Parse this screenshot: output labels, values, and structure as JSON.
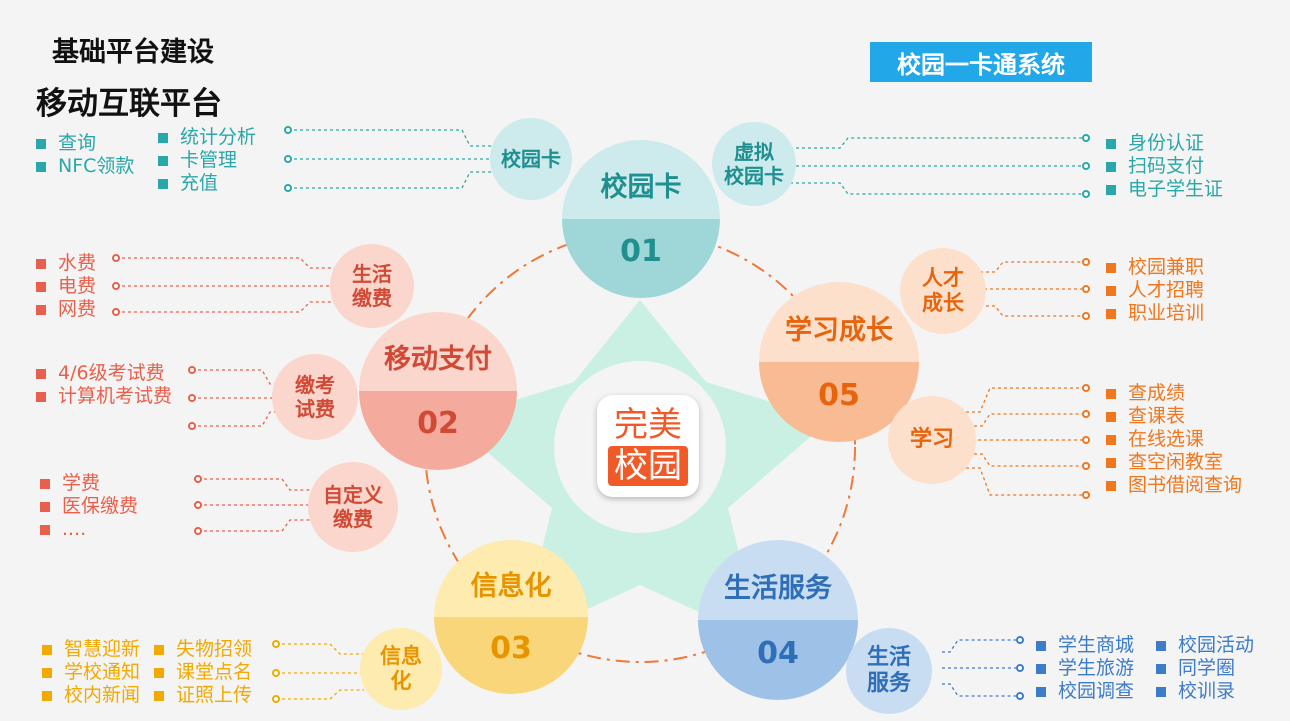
{
  "header": {
    "title1": "基础平台建设",
    "title2": "移动互联平台",
    "tag": "校园一卡通系统"
  },
  "logo": {
    "line1": "完美",
    "line2": "校园"
  },
  "hubs": {
    "card": {
      "name": "校园卡",
      "num": "01"
    },
    "pay": {
      "name": "移动支付",
      "num": "02"
    },
    "info": {
      "name": "信息化",
      "num": "03"
    },
    "life": {
      "name": "生活服务",
      "num": "04"
    },
    "grow": {
      "name": "学习成长",
      "num": "05"
    }
  },
  "satellites": {
    "campus_card": "校园卡",
    "virtual_card": "虚拟\n校园卡",
    "living_fee": "生活\n缴费",
    "exam_fee": "缴考\n试费",
    "custom_fee": "自定义\n缴费",
    "info": "信息\n化",
    "life_service": "生活\n服务",
    "talent": "人才\n成长",
    "study": "学习"
  },
  "lists": {
    "card_left_a": [
      "查询",
      "NFC领款"
    ],
    "card_left_b": [
      "统计分析",
      "卡管理",
      "充值"
    ],
    "virtual_right": [
      "身份认证",
      "扫码支付",
      "电子学生证"
    ],
    "living": [
      "水费",
      "电费",
      "网费"
    ],
    "exam": [
      "4/6级考试费",
      "计算机考试费"
    ],
    "custom": [
      "学费",
      "医保缴费",
      "...."
    ],
    "info_a": [
      "智慧迎新",
      "学校通知",
      "校内新闻"
    ],
    "info_b": [
      "失物招领",
      "课堂点名",
      "证照上传"
    ],
    "life_a": [
      "学生商城",
      "学生旅游",
      "校园调查"
    ],
    "life_b": [
      "校园活动",
      "同学圈",
      "校训录"
    ],
    "talent": [
      "校园兼职",
      "人才招聘",
      "职业培训"
    ],
    "study": [
      "查成绩",
      "查课表",
      "在线选课",
      "查空闲教室",
      "图书借阅查询"
    ]
  },
  "colors": {
    "teal": "#2aa7a8",
    "salmon": "#e8604c",
    "gold": "#f2a900",
    "blue": "#3d7cc9",
    "orange": "#f0771d"
  }
}
